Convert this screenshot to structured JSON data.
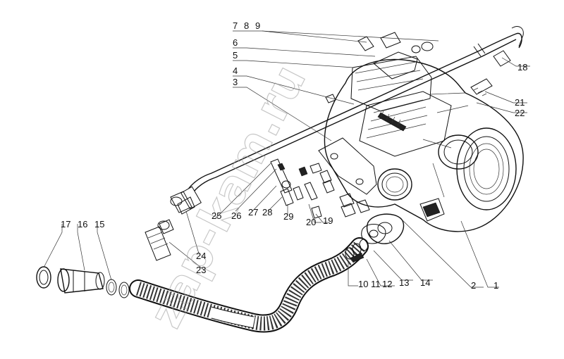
{
  "watermark": "zap-kam.ru",
  "callouts": [
    {
      "id": "c1",
      "text": "1"
    },
    {
      "id": "c2",
      "text": "2"
    },
    {
      "id": "c3",
      "text": "3"
    },
    {
      "id": "c4",
      "text": "4"
    },
    {
      "id": "c5",
      "text": "5"
    },
    {
      "id": "c6",
      "text": "6"
    },
    {
      "id": "c7",
      "text": "7"
    },
    {
      "id": "c8",
      "text": "8"
    },
    {
      "id": "c9",
      "text": "9"
    },
    {
      "id": "c10",
      "text": "10"
    },
    {
      "id": "c11",
      "text": "11"
    },
    {
      "id": "c12",
      "text": "12"
    },
    {
      "id": "c13",
      "text": "13"
    },
    {
      "id": "c14",
      "text": "14"
    },
    {
      "id": "c15",
      "text": "15"
    },
    {
      "id": "c16",
      "text": "16"
    },
    {
      "id": "c17",
      "text": "17"
    },
    {
      "id": "c18",
      "text": "18"
    },
    {
      "id": "c19",
      "text": "19"
    },
    {
      "id": "c20",
      "text": "20"
    },
    {
      "id": "c21",
      "text": "21"
    },
    {
      "id": "c22",
      "text": "22"
    },
    {
      "id": "c23",
      "text": "23"
    },
    {
      "id": "c24",
      "text": "24"
    },
    {
      "id": "c25",
      "text": "25"
    },
    {
      "id": "c26",
      "text": "26"
    },
    {
      "id": "c27",
      "text": "27"
    },
    {
      "id": "c28",
      "text": "28"
    },
    {
      "id": "c29",
      "text": "29"
    }
  ]
}
